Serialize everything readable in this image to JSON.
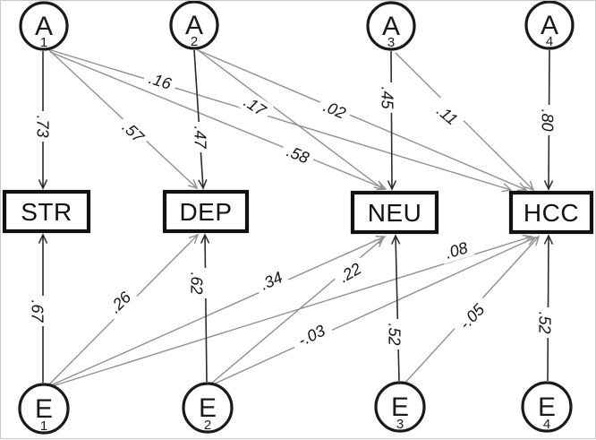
{
  "figure": {
    "a_factors": [
      {
        "letter": "A",
        "subscript": "1"
      },
      {
        "letter": "A",
        "subscript": "2"
      },
      {
        "letter": "A",
        "subscript": "3"
      },
      {
        "letter": "A",
        "subscript": "4"
      }
    ],
    "e_factors": [
      {
        "letter": "E",
        "subscript": "1"
      },
      {
        "letter": "E",
        "subscript": "2"
      },
      {
        "letter": "E",
        "subscript": "3"
      },
      {
        "letter": "E",
        "subscript": "4"
      }
    ],
    "observed": [
      {
        "label": "STR"
      },
      {
        "label": "DEP"
      },
      {
        "label": "NEU"
      },
      {
        "label": "HCC"
      }
    ],
    "paths": {
      "a1_str": ".73",
      "a1_dep": ".57",
      "a1_neu": ".58",
      "a1_hcc": ".16",
      "a2_dep": ".47",
      "a2_neu": ".17",
      "a2_hcc": ".02",
      "a3_neu": ".45",
      "a3_hcc": ".11",
      "a4_hcc": ".80",
      "e1_str": ".67",
      "e1_dep": ".26",
      "e1_neu": ".34",
      "e1_hcc": ".08",
      "e2_dep": ".62",
      "e2_neu": ".22",
      "e2_hcc": "-.03",
      "e3_neu": ".52",
      "e3_hcc": "-.05",
      "e4_hcc": ".52"
    },
    "colors": {
      "node_stroke": "#1a1a1a",
      "vertical_line": "#2b2b2b",
      "diagonal_line": "#8f8f8f",
      "label_text": "#141414",
      "background": "#ffffff"
    }
  }
}
